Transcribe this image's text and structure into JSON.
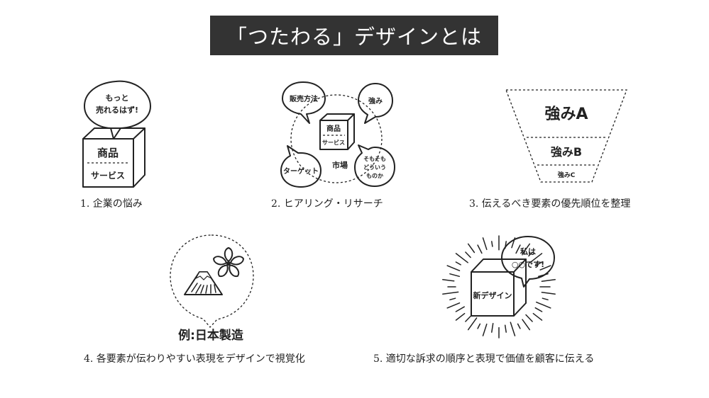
{
  "title": "「つたわる」デザインとは",
  "steps": [
    {
      "caption": "1. 企業の悩み",
      "bubble": [
        "もっと",
        "売れるはず!"
      ],
      "box_top": "商品",
      "box_bottom": "サービス"
    },
    {
      "caption": "2. ヒアリング・リサーチ",
      "center_top": "商品",
      "center_bottom": "サービス",
      "bubbles": [
        "販売方法",
        "強み",
        "ターゲット",
        "市場"
      ],
      "bubble_multi": [
        "そもそも",
        "どういう",
        "ものか"
      ]
    },
    {
      "caption": "3. 伝えるべき要素の優先順位を整理",
      "levels": [
        "強みA",
        "強みB",
        "強みC"
      ]
    },
    {
      "caption": "4. 各要素が伝わりやすい表現をデザインで視覚化",
      "label": "例:日本製造"
    },
    {
      "caption": "5. 適切な訴求の順序と表現で価値を顧客に伝える",
      "box_label": "新デザイン",
      "bubble": [
        "私は",
        "○○です!"
      ]
    }
  ],
  "icons": [
    "mount-fuji-icon",
    "cherry-blossom-icon"
  ]
}
